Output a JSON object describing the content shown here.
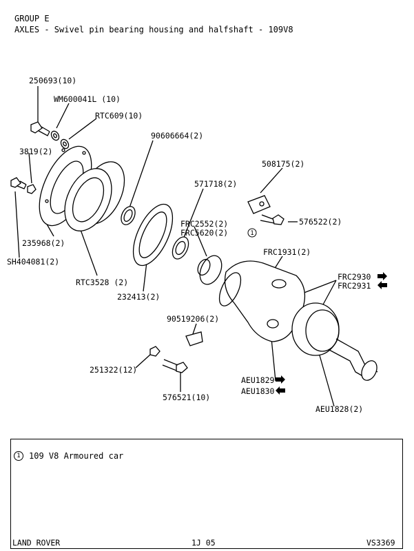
{
  "header": {
    "group": "GROUP E",
    "title": "AXLES - Swivel pin bearing housing and halfshaft - 109V8"
  },
  "labels": {
    "p250693": "250693(10)",
    "wm600041l": "WM600041L (10)",
    "rtc609": "RTC609(10)",
    "p90606664": "90606664(2)",
    "p3819": "3819(2)",
    "p508175": "508175(2)",
    "p571718": "571718(2)",
    "p576522": "576522(2)",
    "frc2552": "FRC2552(2)",
    "frc5620": "FRC5620(2)",
    "frc5620_marker": "1",
    "p235968": "235968(2)",
    "frc1931": "FRC1931(2)",
    "sh404081": "SH404081(2)",
    "frc2930": "FRC2930",
    "frc2931": "FRC2931",
    "rtc3528": "RTC3528 (2)",
    "p232413": "232413(2)",
    "p90519206": "90519206(2)",
    "p251322": "251322(12)",
    "aeu1829": "AEU1829",
    "aeu1830": "AEU1830",
    "p576521": "576521(10)",
    "aeu1828": "AEU1828(2)"
  },
  "note": {
    "marker": "1",
    "text": "109 V8 Armoured car"
  },
  "footer": {
    "left": "LAND ROVER",
    "center": "1J 05",
    "right": "VS3369"
  }
}
